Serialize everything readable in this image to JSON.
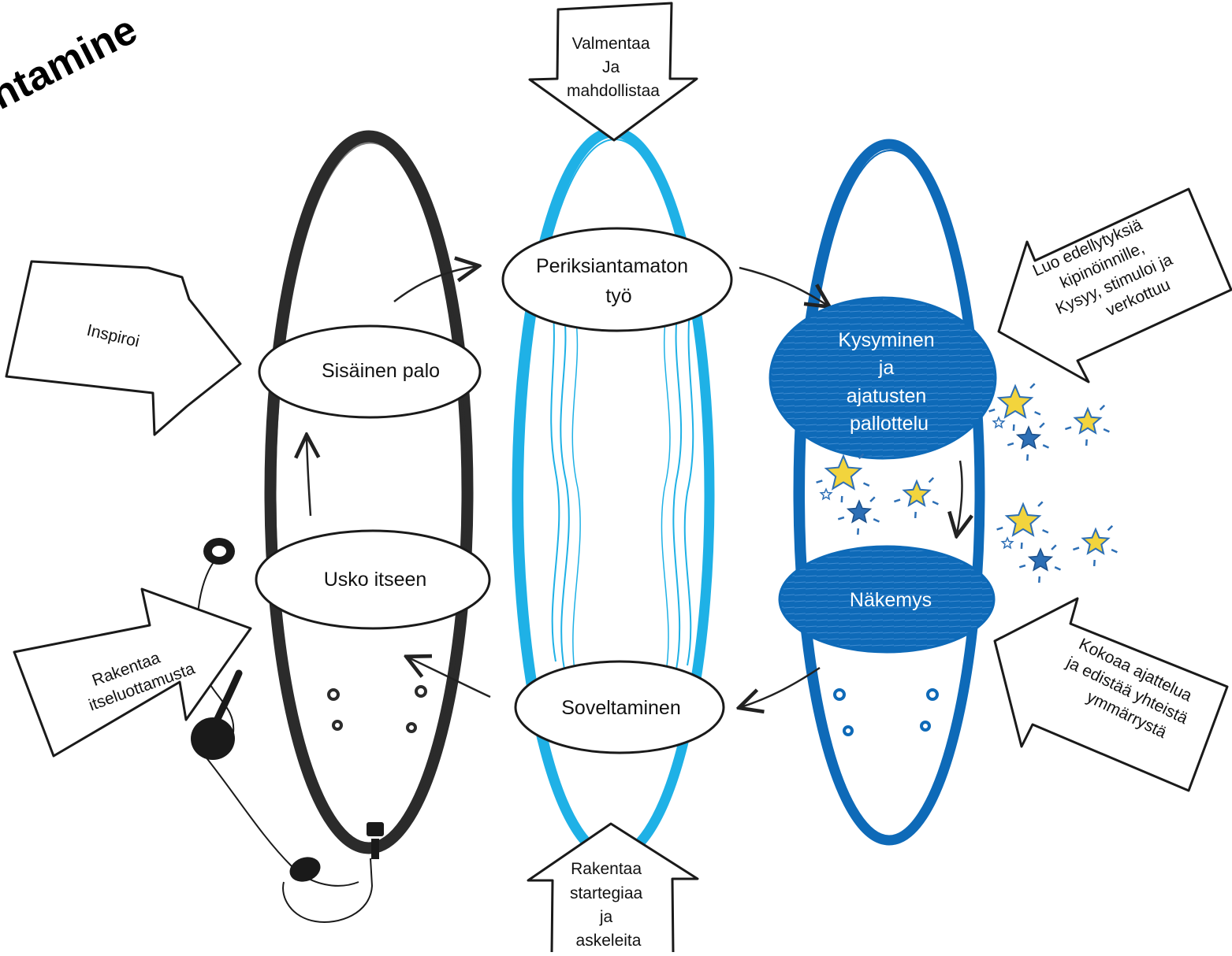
{
  "title": "ntamine",
  "colors": {
    "black_board": "#2b2b2b",
    "light_blue": "#1fb1e6",
    "dark_blue": "#0e6ab8",
    "star_yellow": "#f2d43d",
    "star_blue": "#2d6fb5"
  },
  "top_arrow": {
    "lines": [
      "Valmentaa",
      "Ja",
      "mahdollistaa"
    ]
  },
  "bottom_arrow": {
    "lines": [
      "Rakentaa",
      "startegiaa",
      "ja",
      "askeleita"
    ]
  },
  "left_arrows": {
    "inspiroi": {
      "lines": [
        "Inspiroi"
      ]
    },
    "rakentaa": {
      "lines": [
        "Rakentaa",
        "itseluottamusta"
      ]
    }
  },
  "right_arrows": {
    "luo": {
      "lines": [
        "Luo edellytyksiä",
        "kipinöinnille,",
        "Kysyy, stimuloi ja",
        "verkottuu"
      ]
    },
    "kokoaa": {
      "lines": [
        "Kokoaa ajattelua",
        "ja edistää yhteistä",
        "ymmärrystä"
      ]
    }
  },
  "nodes": {
    "sisainen_palo": "Sisäinen palo",
    "usko_itseen": "Usko itseen",
    "periksiantamaton": [
      "Periksiantamaton",
      "työ"
    ],
    "soveltaminen": "Soveltaminen",
    "kysyminen": [
      "Kysyminen",
      "ja",
      "ajatusten",
      "pallottelu"
    ],
    "nakemys": "Näkemys"
  },
  "icons": [
    "skateboard-icon",
    "earphones-icon",
    "star-icon",
    "arrow-icon"
  ]
}
